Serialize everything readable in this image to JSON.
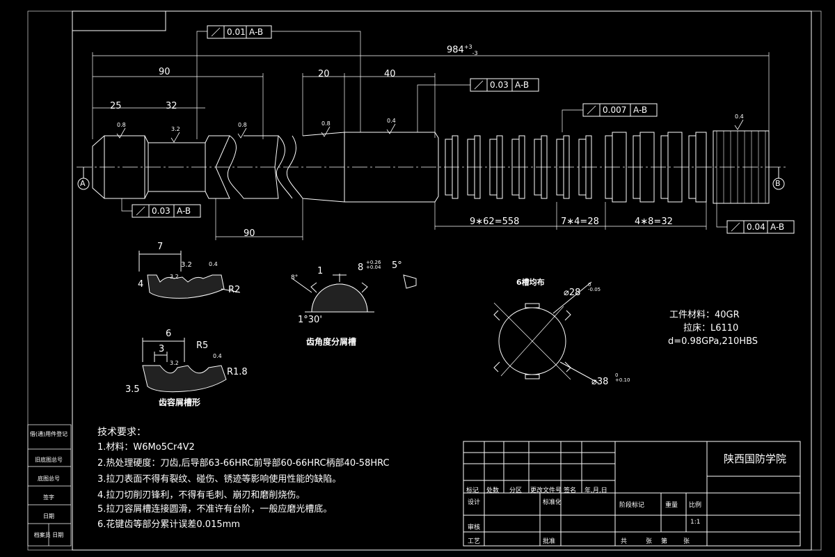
{
  "drawing": {
    "dims": {
      "total": "984",
      "total_tol_up": "+3",
      "total_tol_dn": "-3",
      "d90": "90",
      "d25": "25",
      "d32": "32",
      "d20": "20",
      "d40": "40",
      "d90b": "90",
      "teeth1": "9∗62=558",
      "teeth2": "7∗4=28",
      "teeth3": "4∗8=32"
    },
    "tolerances": {
      "t1_val": "0.01",
      "t1_ref": "A-B",
      "t2_val": "0.03",
      "t2_ref": "A-B",
      "t3_val": "0.007",
      "t3_ref": "A-B",
      "t4_val": "0.03",
      "t4_ref": "A-B",
      "t5_val": "0.04",
      "t5_ref": "A-B"
    },
    "roughness": [
      "0.8",
      "3.2",
      "0.8",
      "0.8",
      "0.4",
      "0.4"
    ],
    "datums": {
      "a": "A",
      "b": "B"
    },
    "detail1": {
      "d7": "7",
      "d4": "4",
      "r2": "R2",
      "ra": "3.2",
      "rb": "3.2",
      "rc": "0.4"
    },
    "detail2": {
      "d6": "6",
      "d3": "3",
      "r5": "R5",
      "r18": "R1.8",
      "d35": "3.5",
      "ra": "3.2",
      "rb": "0.4",
      "title": "齿容屑槽形"
    },
    "detail3": {
      "d1": "1",
      "d8": "8",
      "tol": "+0.26 +0.04",
      "a5": "5°",
      "a15": "1°30'",
      "title": "齿角度分屑槽",
      "a8": "8°"
    },
    "section": {
      "title": "6槽均布",
      "d28": "⌀28",
      "d28_tol": "0 -0.05",
      "d38": "⌀38",
      "d38_tol": "0 +0.10"
    },
    "workpiece": {
      "material": "工件材料：40GR",
      "machine": "拉床：L6110",
      "props": "d=0.98GPa,210HBS"
    }
  },
  "tech": {
    "heading": "技术要求：",
    "items": [
      "1.材料：W6Mo5Cr4V2",
      "2.热处理硬度：刀齿,后导部63-66HRC前导部60-66HRC柄部40-58HRC",
      "3.拉刀表面不得有裂纹、碰伤、锈迹等影响使用性能的缺陷。",
      "4.拉刀切削刃锋利，不得有毛刺、崩刃和磨削烧伤。",
      "5.拉刀容屑槽连接圆滑，不准许有台阶，一般应磨光槽底。",
      "6.花键齿等部分累计误差0.015mm"
    ]
  },
  "titleblock": {
    "school": "陕西国防学院",
    "scale": "1:1",
    "cells": {
      "biaoji": "标记",
      "chushu": "处数",
      "fenqu": "分区",
      "gengai": "更改文件号",
      "qianming": "签名",
      "nyr": "年,月,日",
      "sheji": "设计",
      "biaozhun": "标准化",
      "jieduan": "阶段标记",
      "zhongliang": "重量",
      "bili": "比例",
      "shenhe": "审核",
      "gongyi": "工艺",
      "pizhun": "批准",
      "gong": "共",
      "zhang": "张",
      "di": "第",
      "zhang2": "张"
    }
  },
  "side": {
    "labels": [
      "借(通)用件登记",
      "旧底图总号",
      "底图总号",
      "签字",
      "日期",
      "档案员 日期"
    ]
  }
}
